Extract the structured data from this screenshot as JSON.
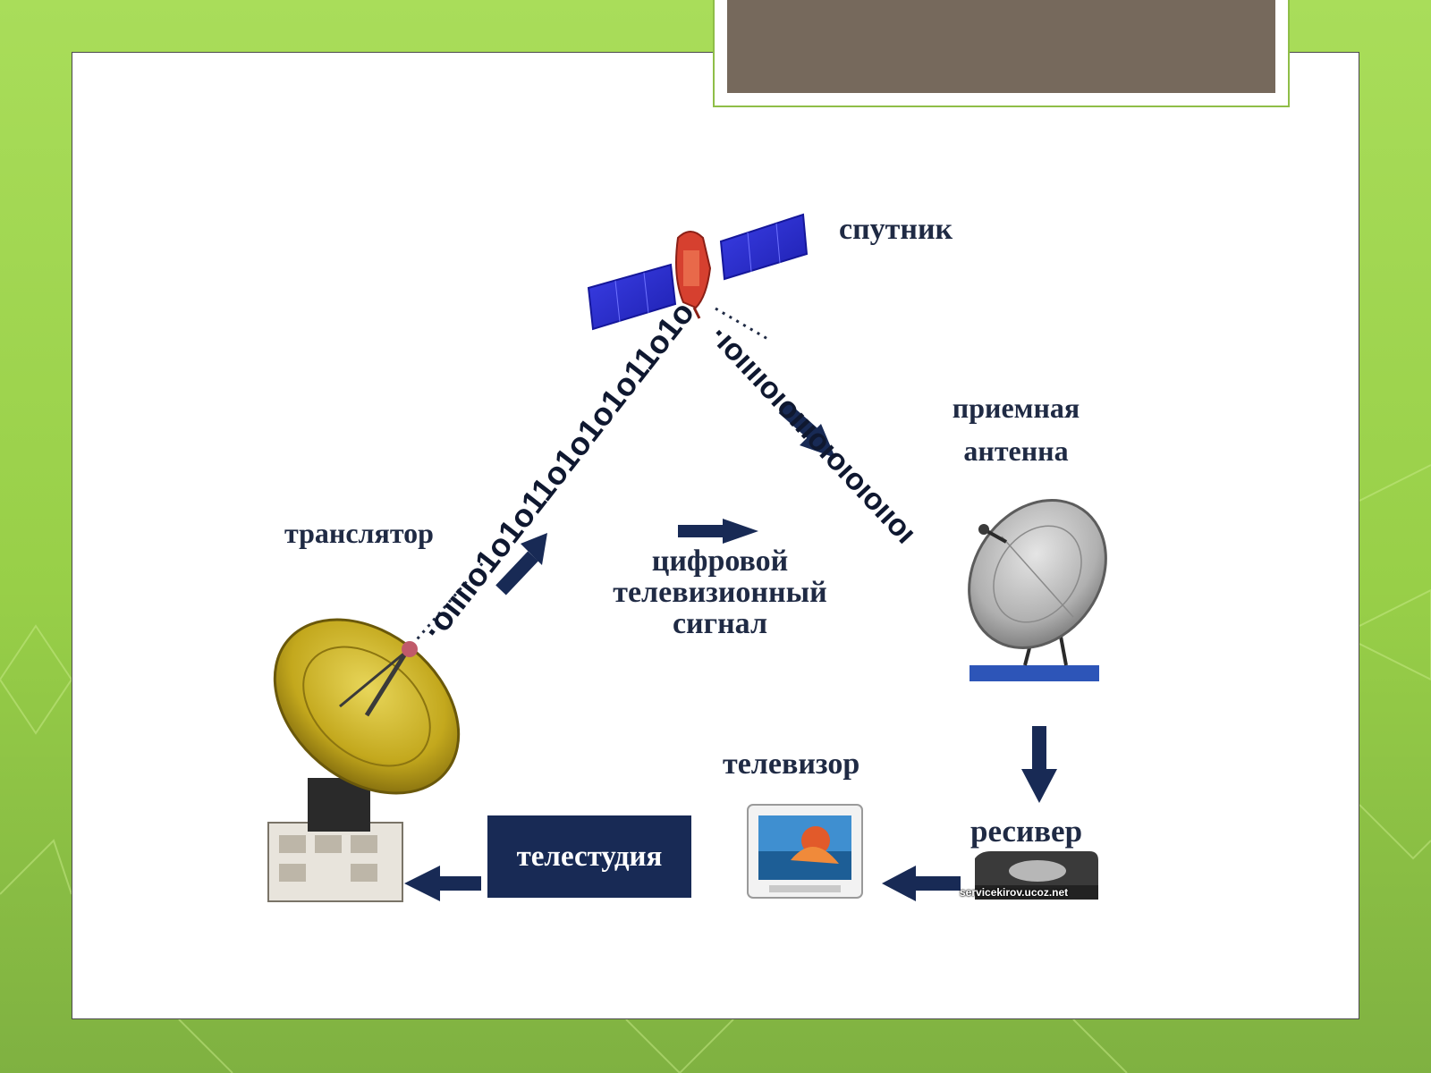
{
  "slide": {
    "title": ""
  },
  "labels": {
    "satellite": "спутник",
    "receiving_antenna_line1": "приемная",
    "receiving_antenna_line2": "антенна",
    "transmitter": "транслятор",
    "signal_line1": "цифровой",
    "signal_line2": "телевизионный",
    "signal_line3": "сигнал",
    "tv": "телевизор",
    "receiver": "ресивер",
    "studio": "телестудия"
  },
  "bit_streams": {
    "uplink": "·oııııo1o1o11o1o1o1o11o1o",
    "downlink": "·ıoııııoıoıııoıoıoıoııoı"
  },
  "watermark": "servicekirov.ucoz.net",
  "colors": {
    "background_green": "#9fd651",
    "slide_white": "#ffffff",
    "title_bar": "#76695c",
    "label_navy": "#1f2a44",
    "arrow_navy": "#182a55",
    "solar_panel_blue": "#2a2ed0",
    "dish_gold": "#c9b021",
    "dish_grey": "#b5b5b5"
  },
  "icons": [
    "satellite-icon",
    "uplink-dish-icon",
    "receiving-dish-icon",
    "tv-set-icon",
    "receiver-box-icon"
  ]
}
